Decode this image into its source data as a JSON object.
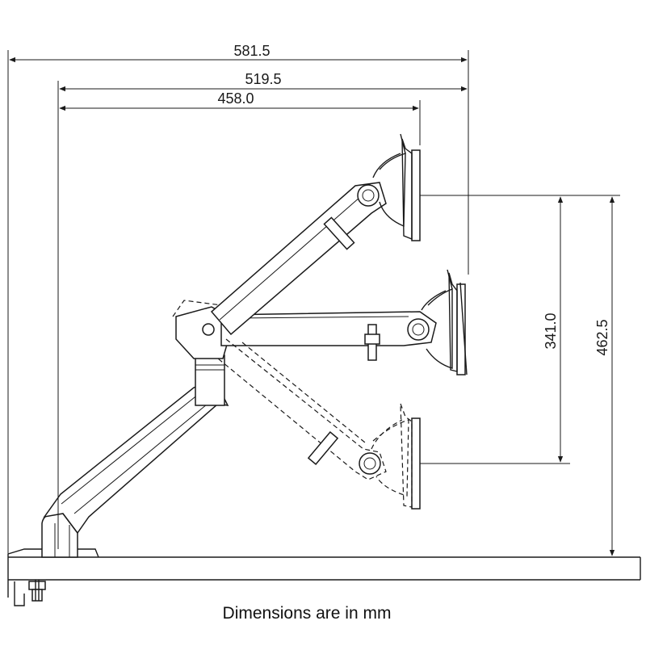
{
  "dimensions": {
    "width_outer": "581.5",
    "width_middle": "519.5",
    "width_inner": "458.0",
    "height_range": "341.0",
    "height_max": "462.5"
  },
  "caption": "Dimensions are in mm"
}
